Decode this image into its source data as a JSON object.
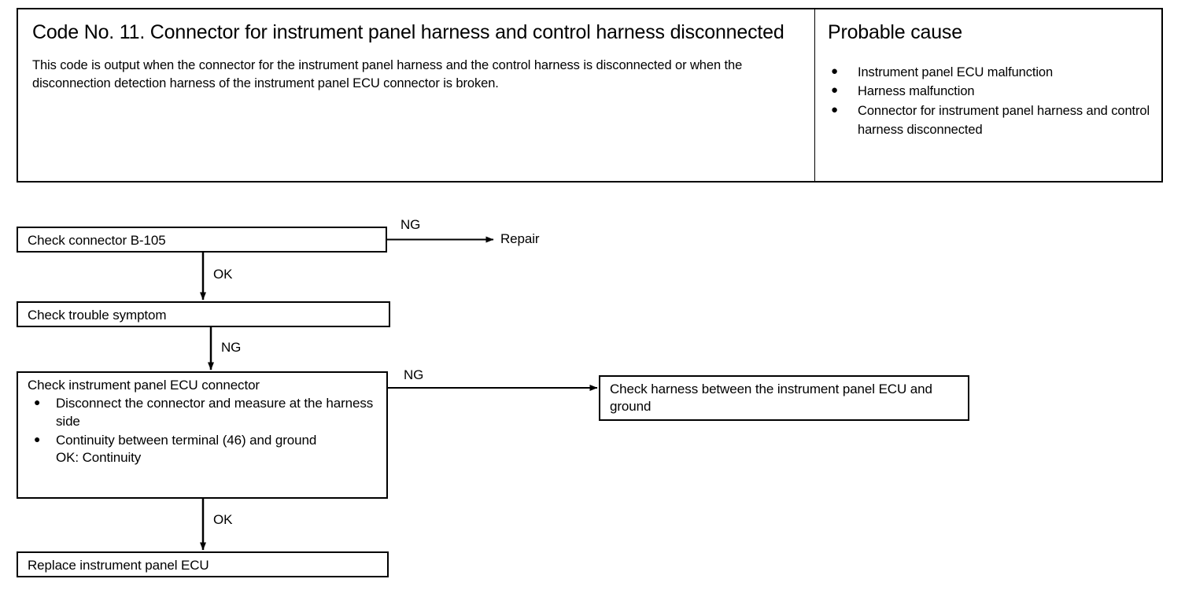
{
  "header": {
    "code_title": "Code No. 11. Connector for instrument panel harness and control harness disconnected",
    "code_description": "This code is output when the connector for the instrument panel harness and the control harness is disconnected or when the disconnection detection harness of the instrument panel ECU connector is broken.",
    "probable_cause_title": "Probable cause",
    "bullet_glyph": "●",
    "probable_causes": [
      "Instrument panel ECU malfunction",
      "Harness malfunction",
      "Connector for instrument panel harness and control harness disconnected"
    ]
  },
  "flowchart": {
    "nodes": {
      "check_connector": {
        "title": "Check connector B-105"
      },
      "check_symptom": {
        "title": "Check trouble symptom"
      },
      "check_ecu_connector": {
        "title": "Check instrument panel ECU connector",
        "items": [
          "Disconnect the connector and measure at the harness side",
          "Continuity between terminal (46) and ground"
        ],
        "result": "OK:   Continuity"
      },
      "check_harness_ground": {
        "title": "Check harness between the instrument panel ECU and ground"
      },
      "replace_ecu": {
        "title": "Replace instrument panel ECU"
      }
    },
    "terminals": {
      "repair": "Repair"
    },
    "edge_labels": {
      "connector_ng": "NG",
      "connector_ok": "OK",
      "symptom_ng": "NG",
      "ecu_ng": "NG",
      "ecu_ok": "OK"
    }
  },
  "colors": {
    "ink": "#000000",
    "background": "#ffffff"
  }
}
